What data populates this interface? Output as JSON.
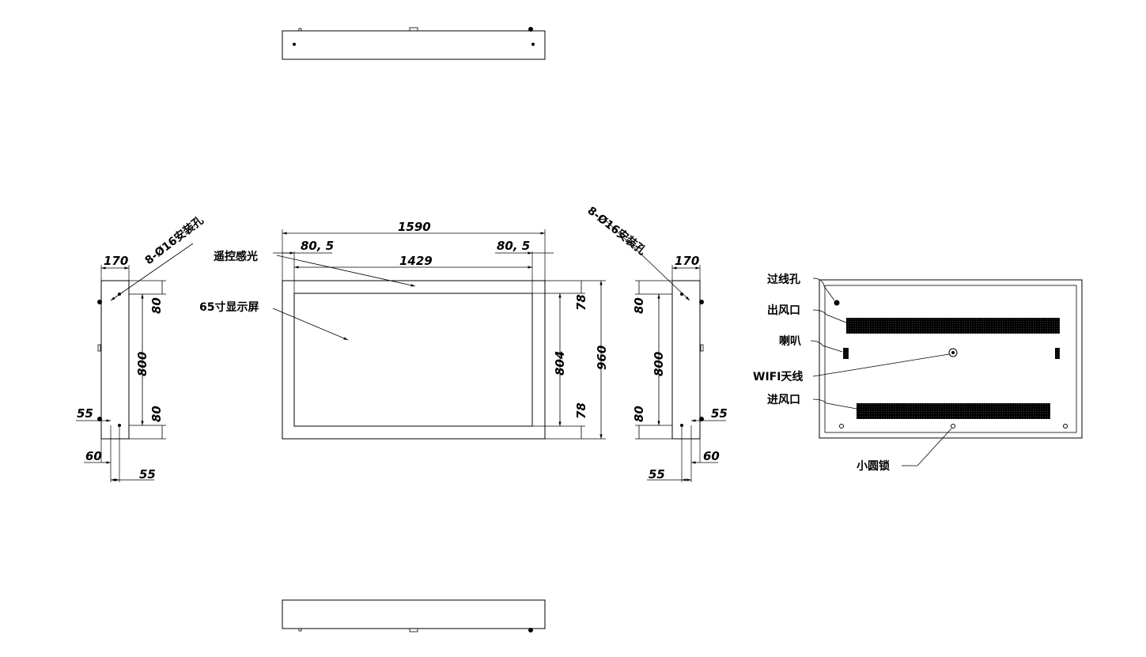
{
  "colors": {
    "line": "#000000",
    "background": "#ffffff"
  },
  "dimensions": {
    "overall_width": "1590",
    "margin_left": "80, 5",
    "margin_right": "80, 5",
    "screen_width": "1429",
    "screen_height": "804",
    "overall_height": "960",
    "top_margin": "78",
    "bottom_margin": "78",
    "side_depth": "170",
    "hole_pitch": "800",
    "hole_top_offset": "80",
    "hole_bottom_offset": "80",
    "offset_55": "55",
    "offset_60": "60"
  },
  "labels": {
    "mount_holes": "8-Ø16安装孔",
    "ir_sensor": "遥控感光",
    "display": "65寸显示屏",
    "cable_hole": "过线孔",
    "air_outlet": "出风口",
    "speaker": "喇叭",
    "wifi_antenna": "WIFI天线",
    "air_inlet": "进风口",
    "small_lock": "小圆锁"
  }
}
